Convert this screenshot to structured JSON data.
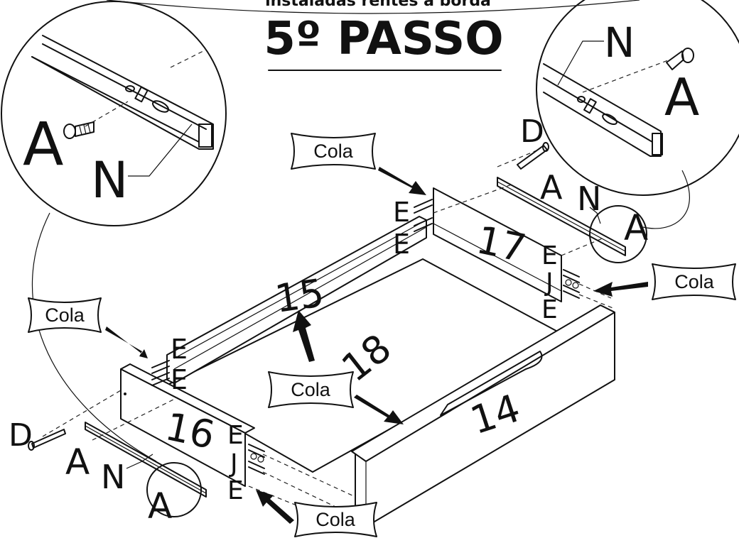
{
  "header": {
    "caption": "instaladas rentes à borda",
    "title": "5º PASSO"
  },
  "parts": {
    "p14": "14",
    "p15": "15",
    "p16": "16",
    "p17": "17",
    "p18": "18"
  },
  "hardware": {
    "A": "A",
    "D": "D",
    "E": "E",
    "J": "J",
    "N": "N"
  },
  "glue_label": "Cola"
}
